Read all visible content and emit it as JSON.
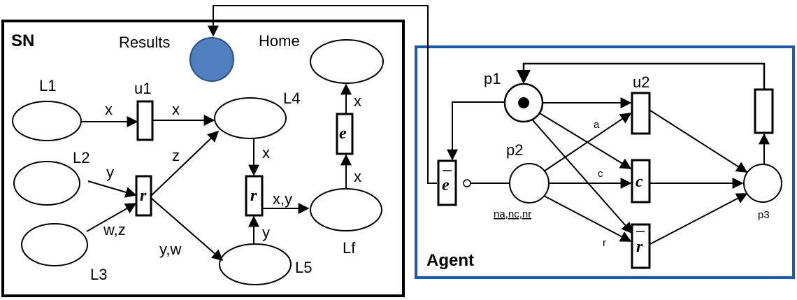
{
  "sn": {
    "title": "SN",
    "places": {
      "results": "Results",
      "home": "Home",
      "l1": "L1",
      "l2": "L2",
      "l3": "L3",
      "l4": "L4",
      "l5": "L5",
      "lf": "Lf"
    },
    "transitions": {
      "u1": "u1",
      "r1": "r",
      "r2": "r",
      "e": "e"
    },
    "arcs": {
      "l1_u1": "x",
      "u1_l4": "x",
      "l2_r": "y",
      "l3_r": "w,z",
      "r_l4": "z",
      "r_l5": "y,w",
      "l4_r2": "x",
      "l5_r2": "y",
      "r2_lf": "x,y",
      "lf_e": "x",
      "e_home": "x"
    }
  },
  "agent": {
    "title": "Agent",
    "places": {
      "p1": "p1",
      "p2": "p2",
      "p3": "p3",
      "p2_marking": "na,nc,nr"
    },
    "transitions": {
      "u2": "u2",
      "c": "c",
      "r_bar": "r",
      "e_bar": "e"
    },
    "arcs": {
      "a": "a",
      "c": "c",
      "r": "r"
    }
  },
  "colors": {
    "sn_border": "#000000",
    "agent_border": "#1f5aa8",
    "results_fill": "#4f7fbf",
    "results_stroke": "#2c4f80"
  }
}
